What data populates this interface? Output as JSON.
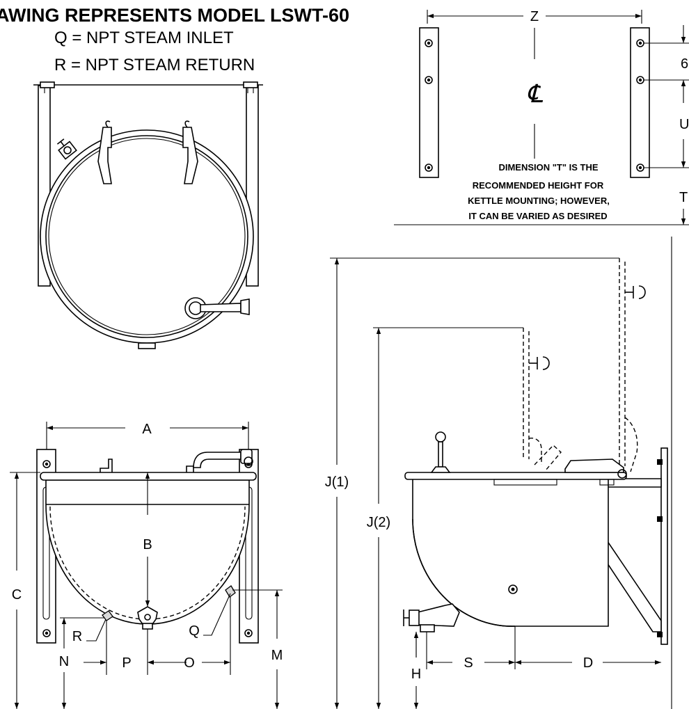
{
  "title": "AWING REPRESENTS MODEL LSWT-60",
  "legend": {
    "q": "Q = NPT STEAM INLET",
    "r": "R = NPT STEAM RETURN"
  },
  "note": {
    "line1": "DIMENSION \"T\" IS THE",
    "line2": "RECOMMENDED HEIGHT FOR",
    "line3": "KETTLE MOUNTING; HOWEVER,",
    "line4": "IT CAN BE VARIED AS DESIRED"
  },
  "centerline_symbol": "℄",
  "dimensions": {
    "a": "A",
    "b": "B",
    "c": "C",
    "d": "D",
    "h": "H",
    "j1": "J(1)",
    "j2": "J(2)",
    "m": "M",
    "n": "N",
    "o": "O",
    "p": "P",
    "q": "Q",
    "r": "R",
    "s": "S",
    "t": "T",
    "u": "U",
    "z": "Z",
    "six": "6"
  }
}
